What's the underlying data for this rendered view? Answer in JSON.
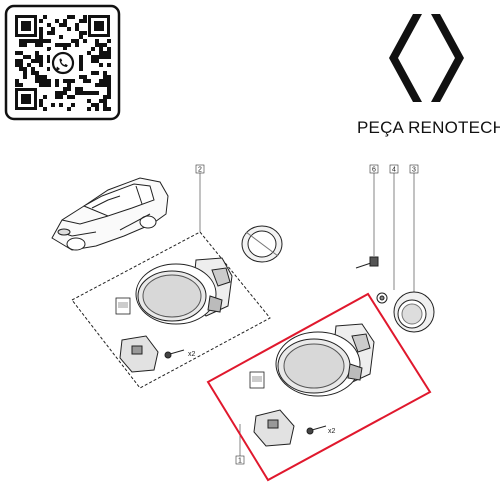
{
  "brand": {
    "name": "PEÇA RENOTECH",
    "logo": "renault-diamond-logo",
    "qr_icon": "whatsapp-icon"
  },
  "diagram": {
    "callouts": [
      "2",
      "6",
      "4",
      "3",
      "1"
    ],
    "quantity_labels": [
      "x2",
      "x2"
    ],
    "highlight_color": "#e0182d"
  }
}
